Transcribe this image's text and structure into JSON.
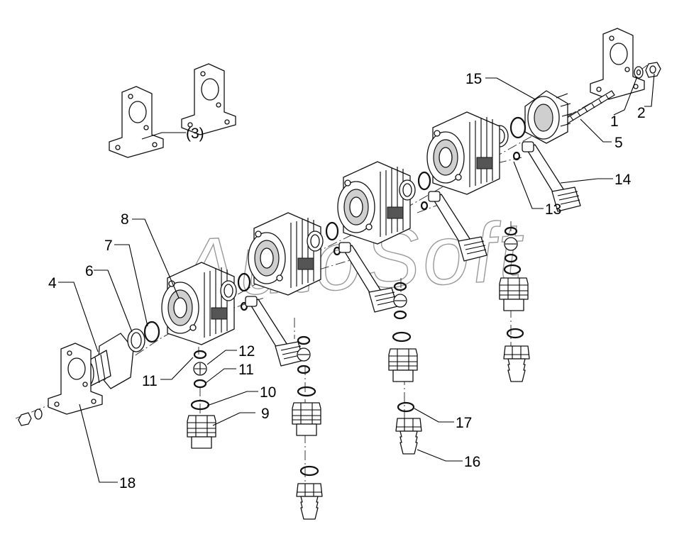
{
  "watermark": "AutoSoft",
  "labels": {
    "l1": "1",
    "l2": "2",
    "l3": "(3)",
    "l4": "4",
    "l5": "5",
    "l6": "6",
    "l7": "7",
    "l8": "8",
    "l9": "9",
    "l10": "10",
    "l11a": "11",
    "l11b": "11",
    "l12": "12",
    "l13": "13",
    "l14": "14",
    "l15": "15",
    "l16": "16",
    "l17": "17",
    "l18": "18"
  }
}
